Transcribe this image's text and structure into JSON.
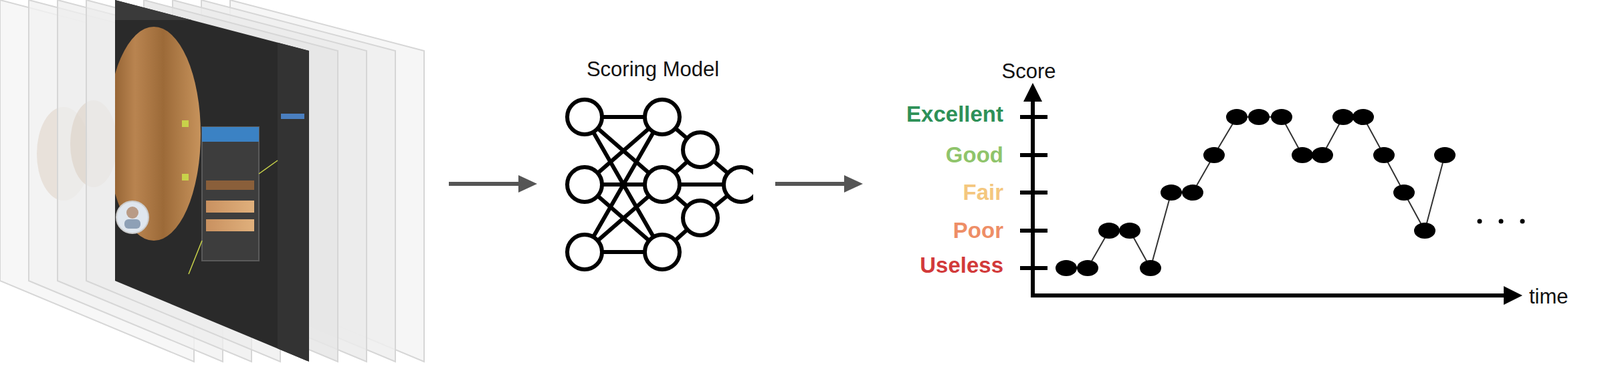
{
  "diagram": {
    "nodes": [
      {
        "text": [
          "Scoring Model"
        ]
      }
    ],
    "labels": [
      "Score",
      "Excellent",
      "Good",
      "Fair",
      "Poor",
      "Useless",
      "time"
    ]
  }
}
